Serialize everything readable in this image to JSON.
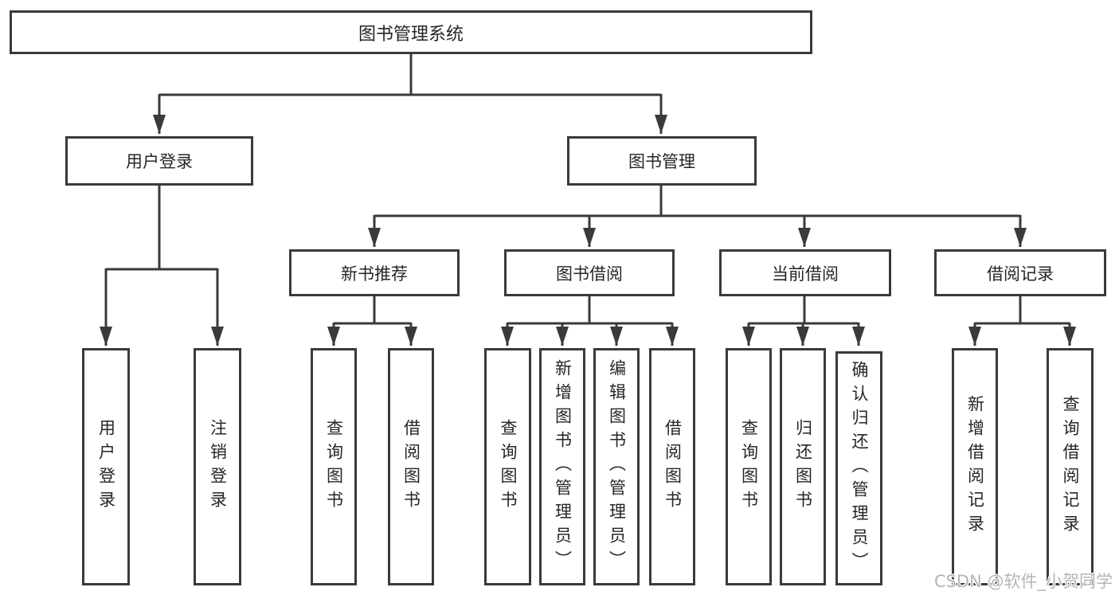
{
  "tree": {
    "root": {
      "label": "图书管理系统"
    },
    "level2": [
      {
        "label": "用户登录",
        "children": [
          {
            "label": "用户登录"
          },
          {
            "label": "注销登录"
          }
        ]
      },
      {
        "label": "图书管理",
        "children": [
          {
            "label": "新书推荐",
            "children": [
              {
                "label": "查询图书"
              },
              {
                "label": "借阅图书"
              }
            ]
          },
          {
            "label": "图书借阅",
            "children": [
              {
                "label": "查询图书"
              },
              {
                "label": "新增图书（管理员）"
              },
              {
                "label": "编辑图书（管理员）"
              },
              {
                "label": "借阅图书"
              }
            ]
          },
          {
            "label": "当前借阅",
            "children": [
              {
                "label": "查询图书"
              },
              {
                "label": "归还图书"
              },
              {
                "label": "确认归还（管理员）"
              }
            ]
          },
          {
            "label": "借阅记录",
            "children": [
              {
                "label": "新增借阅记录"
              },
              {
                "label": "查询借阅记录"
              }
            ]
          }
        ]
      }
    ]
  },
  "watermark": {
    "text": "CSDN @软件_小贺同学"
  },
  "colors": {
    "line": "#3a3a3a",
    "text": "#262626",
    "watermark": "#b5b5b5",
    "bg": "#ffffff"
  }
}
